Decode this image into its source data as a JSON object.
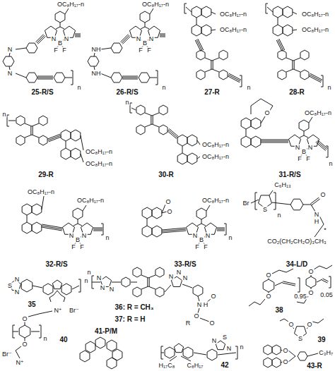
{
  "diagram": {
    "labels": [
      "OC₈H₁₇-n",
      "N",
      "B",
      "N",
      "F",
      "F",
      "N",
      "N",
      "n",
      "25-R/S",
      "OC₈H₁₇-n",
      "N",
      "B",
      "N",
      "F",
      "F",
      "NH",
      "NH",
      "n",
      "26-R/S",
      "OC₈H₁₇-n",
      "OC₈H₁₇-n",
      "n",
      "27-R",
      "OC₈H₁₇-n",
      "OC₈H₁₇-n",
      "n",
      "28-R",
      "OC₈H₁₇-n",
      "OC₈H₁₇-n",
      "n",
      "29-R",
      "OC₈H₁₇-n",
      "OC₈H₁₇-n",
      "n",
      "30-R",
      "O",
      "OC₈H₁₇-n",
      "N",
      "B",
      "N",
      "F",
      "F",
      "n",
      "31-R/S",
      "OC₈H₁₇-n",
      "OC₈H₁₇-n",
      "N",
      "B",
      "N",
      "F",
      "F",
      "n",
      "32-R/S",
      "O",
      "O",
      "OC₈H₁₇-n",
      "N",
      "B",
      "N",
      "F",
      "F",
      "n",
      "33-R/S",
      "Br",
      "S",
      "n",
      "C₆H₁₃",
      "O",
      "N",
      "H",
      "*",
      "CO₂(CH₂CH₂O)₃CH₃",
      "34-L/D",
      "N",
      "S",
      "N",
      "n",
      "35",
      "n",
      "N",
      "N",
      "N",
      "N",
      "N",
      "N",
      "N",
      "H",
      "O",
      "O",
      "R",
      "O",
      "36: R = CH₃",
      "37: R = H",
      "O",
      "O",
      "O",
      "O",
      "0.95",
      "0.05",
      "38",
      "O",
      "O",
      "S",
      "39",
      "Br⁻",
      "N⁺",
      "O",
      "O",
      "n",
      "N⁺",
      "Br⁻",
      "40",
      "41-P/M",
      "H₁₇C₈",
      "C₈H₁₇",
      "N",
      "S",
      "N",
      "n",
      "42",
      "O",
      "O",
      "C₃H₇",
      "43-R"
    ]
  }
}
